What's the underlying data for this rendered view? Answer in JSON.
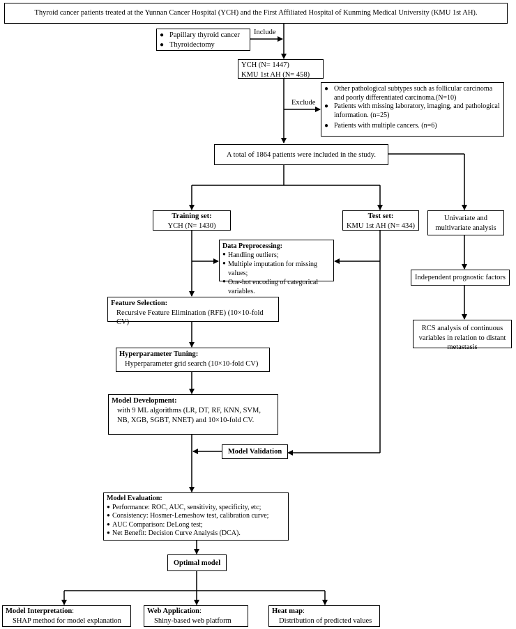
{
  "top": {
    "text": "Thyroid cancer patients treated at the Yunnan Cancer Hospital (YCH) and  the First Affiliated Hospital of Kunming Medical University (KMU 1st AH)."
  },
  "include": {
    "label": "Include",
    "items": [
      "Papillary thyroid cancer",
      "Thyroidectomy"
    ]
  },
  "cohorts": {
    "line1": "YCH (N= 1447)",
    "line2": "KMU 1st AH (N= 458)"
  },
  "exclude": {
    "label": "Exclude",
    "items": [
      "Other pathological subtypes such as follicular carcinoma and poorly differentiated carcinoma.(N=10)",
      "Patients with missing laboratory, imaging, and pathological information. (n=25)",
      "Patients with multiple cancers. (n=6)"
    ]
  },
  "total": {
    "text": "A total of 1864 patients were included in the study."
  },
  "training": {
    "title": "Training set:",
    "text": "YCH (N= 1430)"
  },
  "test": {
    "title": "Test set:",
    "text": "KMU 1st AH (N= 434)"
  },
  "univariate": {
    "line1": "Univariate and",
    "line2": "multivariate analysis"
  },
  "preprocessing": {
    "title": "Data Preprocessing:",
    "items": [
      "Handling outliers;",
      "Multiple imputation for missing values;",
      "One-hot encoding of categorical variables."
    ]
  },
  "independent": {
    "text": "Independent prognostic factors"
  },
  "rcs": {
    "line1": "RCS analysis of continuous",
    "line2": "variables in relation to distant metastasis"
  },
  "feature_selection": {
    "title": "Feature Selection:",
    "text": "Recursive Feature Elimination (RFE) (10×10-fold CV)"
  },
  "hyperparameter": {
    "title": "Hyperparameter Tuning:",
    "text": "Hyperparameter grid search (10×10-fold CV)"
  },
  "model_dev": {
    "title": "Model Development:",
    "line1": "with 9 ML algorithms (LR, DT, RF, KNN, SVM,",
    "line2": "NB, XGB, SGBT, NNET) and 10×10-fold CV."
  },
  "model_validation": {
    "text": "Model Validation"
  },
  "model_eval": {
    "title": "Model Evaluation:",
    "items": [
      "Performance: ROC, AUC, sensitivity, specificity, etc;",
      "Consistency: Hosmer-Lemeshow test, calibration curve;",
      "AUC Comparison: DeLong test;",
      "Net Benefit: Decision Curve Analysis (DCA)."
    ]
  },
  "optimal": {
    "text": "Optimal model"
  },
  "interpretation": {
    "title": "Model Interpretation",
    "colon": ":",
    "text": "SHAP method for model explanation"
  },
  "webapp": {
    "title": "Web Application",
    "colon": ":",
    "text": "Shiny-based web platform"
  },
  "heatmap": {
    "title": "Heat map",
    "colon": ":",
    "text": "Distribution of predicted values"
  }
}
